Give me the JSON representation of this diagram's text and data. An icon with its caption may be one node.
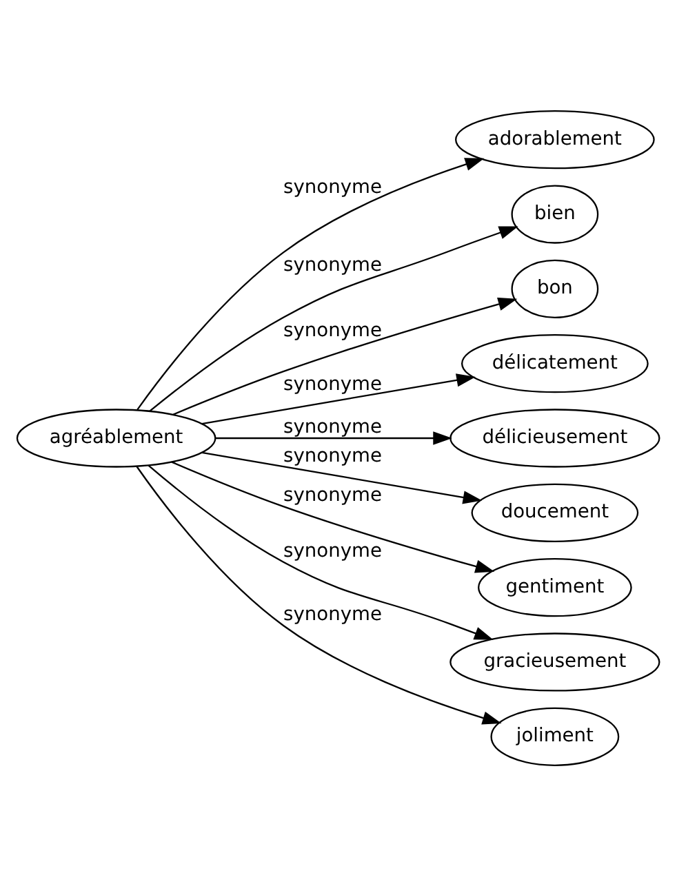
{
  "diagram": {
    "nodes": [
      {
        "text": [
          "agréablement"
        ]
      },
      {
        "text": [
          "adorablement"
        ]
      },
      {
        "text": [
          "bien"
        ]
      },
      {
        "text": [
          "bon"
        ]
      },
      {
        "text": [
          "délicatement"
        ]
      },
      {
        "text": [
          "délicieusement"
        ]
      },
      {
        "text": [
          "doucement"
        ]
      },
      {
        "text": [
          "gentiment"
        ]
      },
      {
        "text": [
          "gracieusement"
        ]
      },
      {
        "text": [
          "joliment"
        ]
      }
    ],
    "edges": [
      {
        "from": 0,
        "to": 1,
        "arrow": "to",
        "label": "synonyme"
      },
      {
        "from": 0,
        "to": 2,
        "arrow": "to",
        "label": "synonyme"
      },
      {
        "from": 0,
        "to": 3,
        "arrow": "to",
        "label": "synonyme"
      },
      {
        "from": 0,
        "to": 4,
        "arrow": "to",
        "label": "synonyme"
      },
      {
        "from": 0,
        "to": 5,
        "arrow": "to",
        "label": "synonyme"
      },
      {
        "from": 0,
        "to": 6,
        "arrow": "to",
        "label": "synonyme"
      },
      {
        "from": 0,
        "to": 7,
        "arrow": "to",
        "label": "synonyme"
      },
      {
        "from": 0,
        "to": 8,
        "arrow": "to",
        "label": "synonyme"
      },
      {
        "from": 0,
        "to": 9,
        "arrow": "to",
        "label": "synonyme"
      }
    ]
  }
}
